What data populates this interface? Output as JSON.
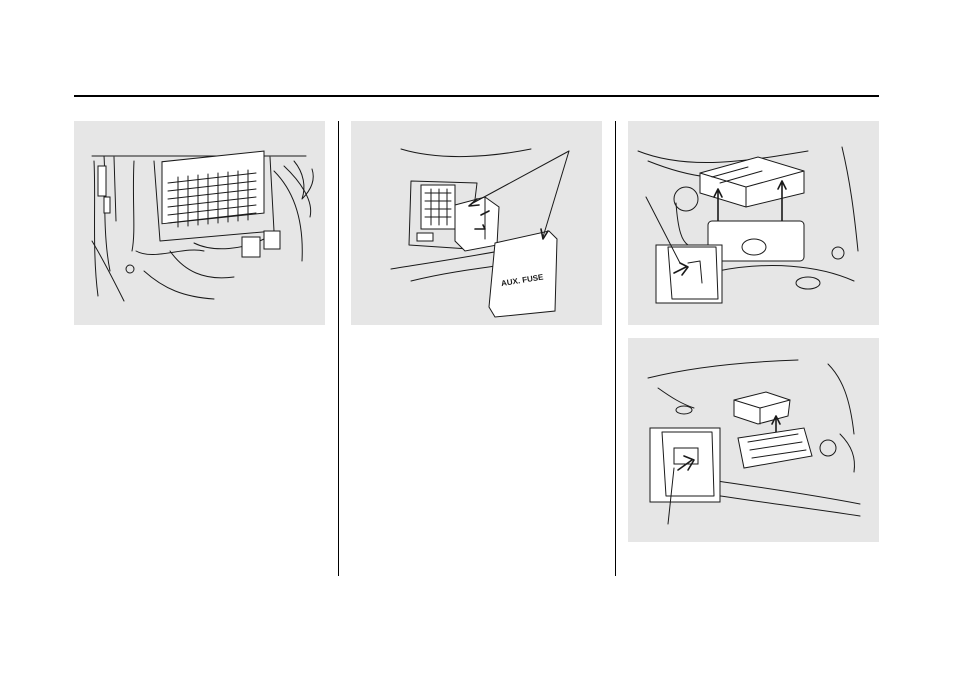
{
  "panels": {
    "interior_fuse_box": {
      "illustration": "interior-fuse-box"
    },
    "aux_fuse_cover": {
      "illustration": "aux-fuse-cover-removal",
      "cover_label": "AUX. FUSE"
    },
    "underhood_fuse_box_removal": {
      "illustration": "underhood-fuse-box-cover-lift"
    },
    "underhood_fuse_box_secondary": {
      "illustration": "underhood-secondary-fuse-box-latch"
    }
  },
  "colors": {
    "panel_bg": "#e6e6e6",
    "ink": "#1a1a1a",
    "rule": "#000000"
  }
}
